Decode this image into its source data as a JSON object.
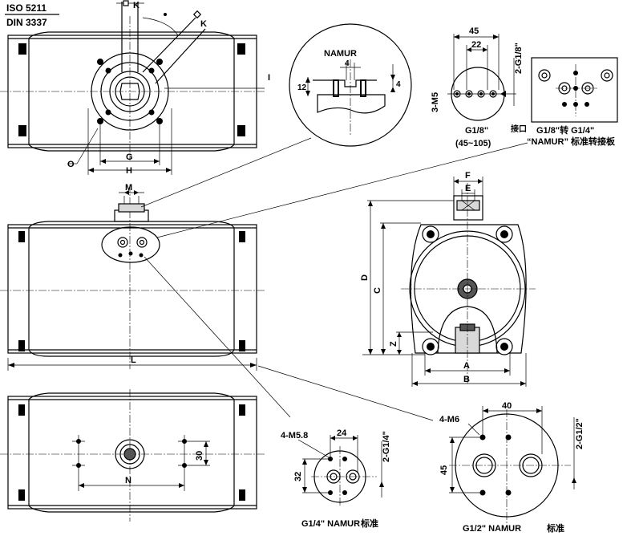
{
  "standards": {
    "iso": "ISO 5211",
    "din": "DIN 3337"
  },
  "dimension_letters": {
    "k": "K",
    "i": "I",
    "o": "O",
    "g": "G",
    "h": "H",
    "m": "M",
    "l": "L",
    "n": "N",
    "d": "D",
    "c": "C",
    "z": "Z",
    "a": "A",
    "b": "B",
    "f": "F",
    "e": "E"
  },
  "namur_detail": {
    "title": "NAMUR",
    "width": "4",
    "height_left": "12",
    "height_right": "4"
  },
  "g18_detail": {
    "dim_total": "45",
    "dim_inner": "22",
    "thread": "2-G1/8\"",
    "screws": "3-M5",
    "caption": "G1/8\"",
    "caption_range": "(45~105)",
    "port_label": "接口"
  },
  "adapter_caption": {
    "line1": "G1/8\"转 G1/4\"",
    "line2": "“NAMUR” 标准转接板"
  },
  "g14_detail": {
    "screws": "4-M5.8",
    "dim_top": "24",
    "dim_left": "32",
    "thread": "2-G1/4\"",
    "caption": "G1/4\" NAMUR",
    "caption_suffix": "标准"
  },
  "g12_detail": {
    "screws": "4-M6",
    "dim_top": "40",
    "dim_left": "45",
    "thread": "2-G1/2\"",
    "caption": "G1/2\" NAMUR",
    "caption_suffix": "标准"
  },
  "bottom_view": {
    "dim_right": "30"
  }
}
